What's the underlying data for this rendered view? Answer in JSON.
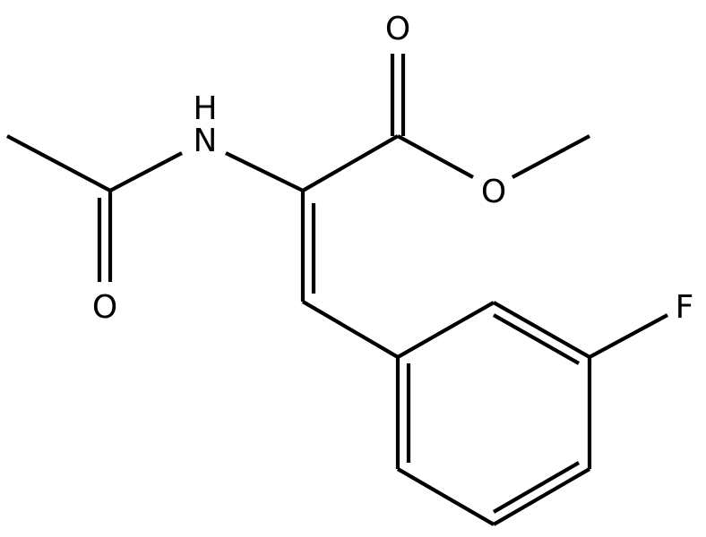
{
  "molecule": {
    "atom_labels": {
      "carbonyl_oxygen_ester": "O",
      "ester_oxygen": "O",
      "amide_nitrogen_h": "H",
      "amide_nitrogen": "N",
      "amide_oxygen": "O",
      "fluorine": "F"
    }
  },
  "colors": {
    "bond": "#000000",
    "label": "#000000",
    "background": "#ffffff"
  }
}
